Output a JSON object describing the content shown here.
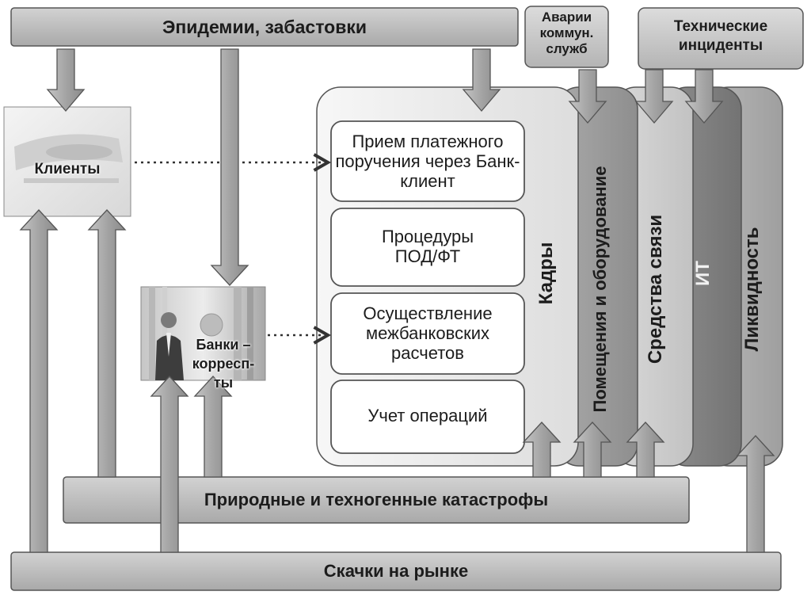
{
  "top_bar": {
    "label": "Эпидемии, забастовки"
  },
  "utility_box": {
    "label": "Аварии коммун. служб"
  },
  "tech_box": {
    "label": "Технические инциденты"
  },
  "clients": {
    "label": "Клиенты"
  },
  "banks": {
    "label": "Банки – корресп-ты"
  },
  "processes": [
    {
      "label": "Прием платежного поручения через Банк-клиент"
    },
    {
      "label": "Процедуры ПОД/ФТ"
    },
    {
      "label": "Осуществление межбанковских расчетов"
    },
    {
      "label": "Учет операций"
    }
  ],
  "layers": [
    {
      "label": "Кадры"
    },
    {
      "label": "Помещения и оборудование"
    },
    {
      "label": "Средства связи"
    },
    {
      "label": "ИТ"
    },
    {
      "label": "Ликвидность"
    }
  ],
  "middle_bar": {
    "label": "Природные и техногенные катастрофы"
  },
  "bottom_bar": {
    "label": "Скачки на рынке"
  }
}
